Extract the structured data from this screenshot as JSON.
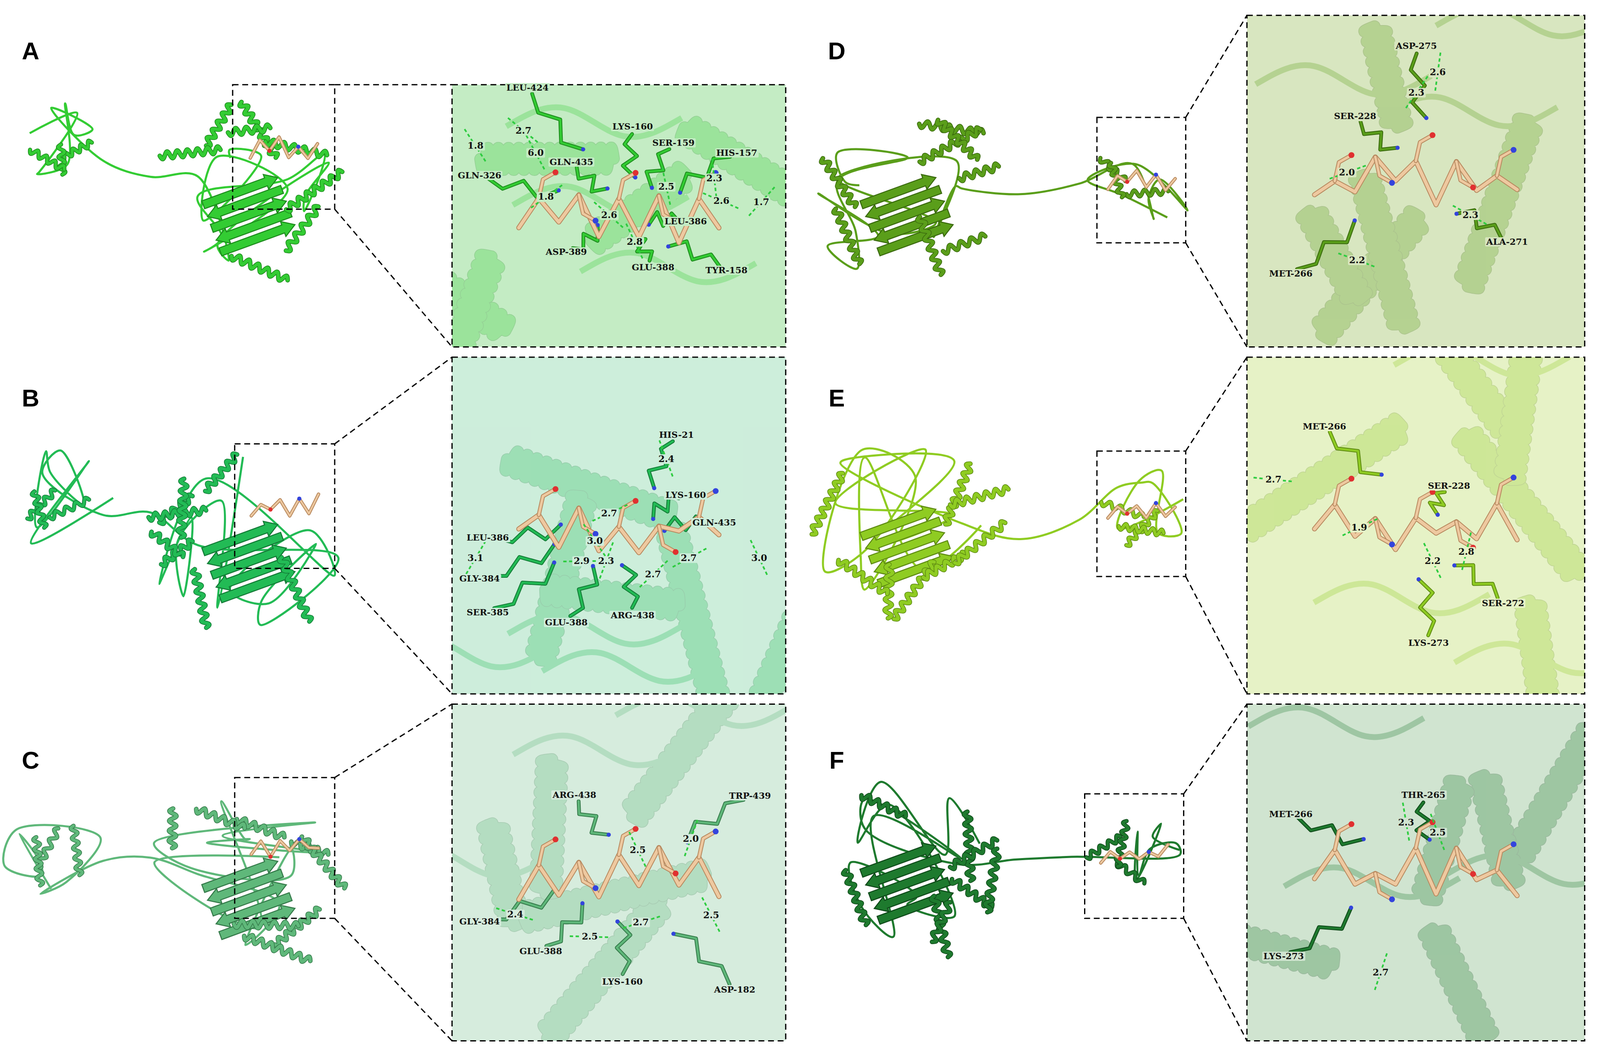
{
  "diagram": {
    "labels": [
      "A",
      "LEU-424",
      "2.7",
      "1.8",
      "6.0",
      "GLN-326",
      "LYS-160",
      "SER-159",
      "HIS-157",
      "GLN-435",
      "1.8",
      "2.5",
      "2.3",
      "2.6",
      "1.7",
      "2.6",
      "2.8",
      "LEU-386",
      "ASP-389",
      "GLU-388",
      "TYR-158",
      "B",
      "HIS-21",
      "2.4",
      "LYS-160",
      "2.7",
      "GLN-435",
      "LEU-386",
      "3.0",
      "3.1",
      "2.9",
      "2.3",
      "2.7",
      "3.0",
      "2.7",
      "GLY-384",
      "SER-385",
      "GLU-388",
      "ARG-438",
      "C",
      "ARG-438",
      "TRP-439",
      "2.5",
      "2.0",
      "GLY-384",
      "2.4",
      "GLU-388",
      "2.5",
      "2.7",
      "2.5",
      "LYS-160",
      "ASP-182",
      "D",
      "ASP-275",
      "2.6",
      "2.3",
      "SER-228",
      "2.0",
      "2.3",
      "ALA-271",
      "2.2",
      "MET-266",
      "E",
      "MET-266",
      "2.7",
      "SER-228",
      "1.9",
      "2.8",
      "2.2",
      "SER-272",
      "LYS-273",
      "F",
      "THR-265",
      "MET-266",
      "2.3",
      "2.5",
      "LYS-273",
      "2.7"
    ]
  }
}
